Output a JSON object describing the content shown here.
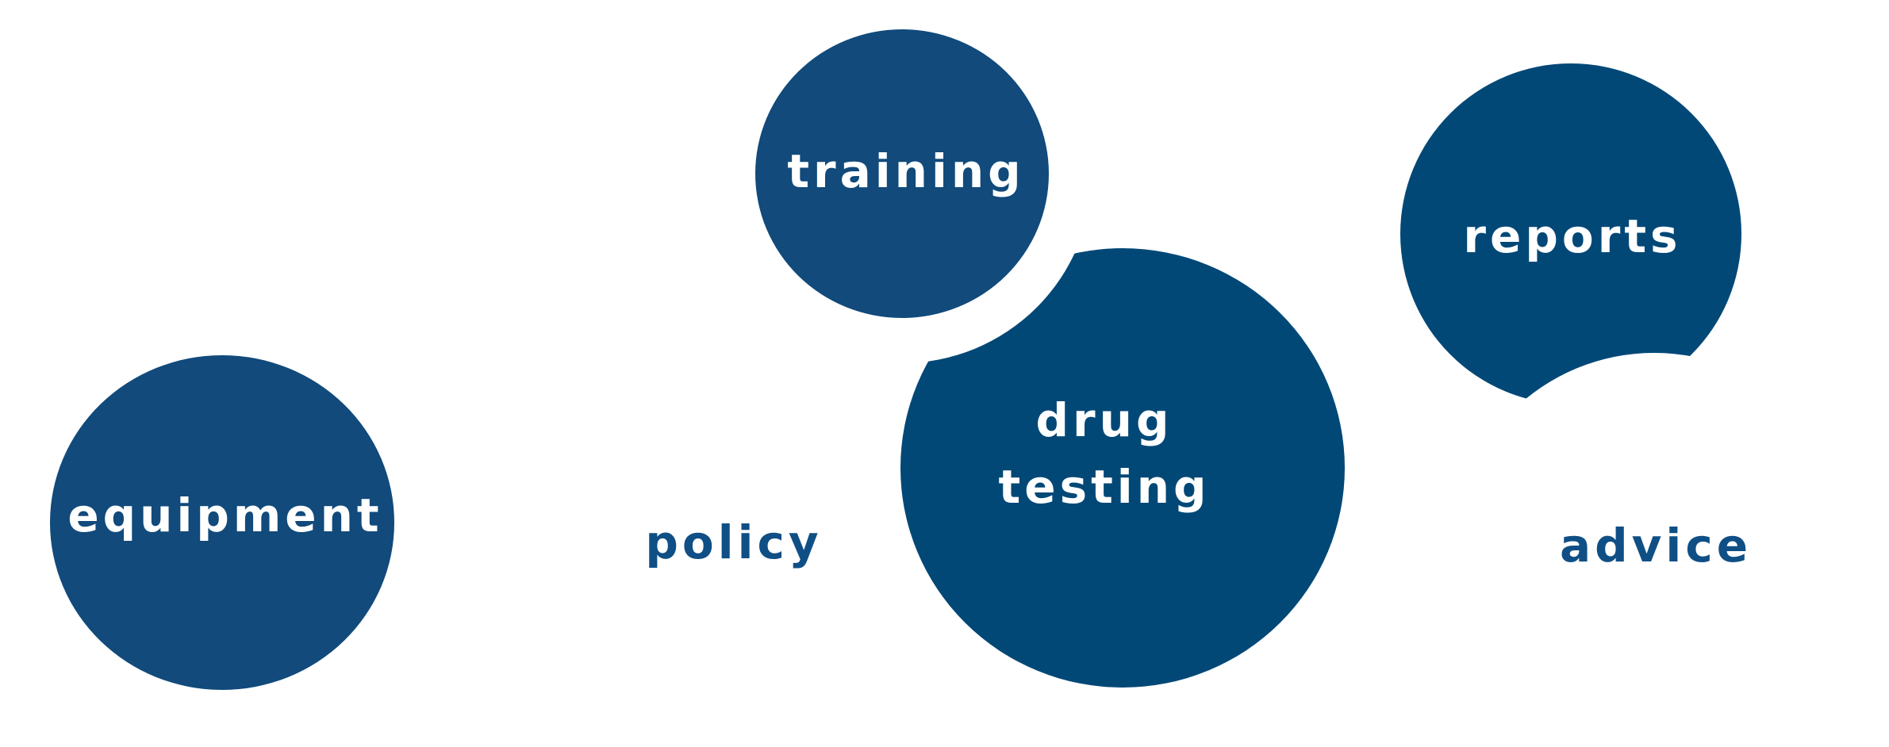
{
  "diagram": {
    "colors": {
      "background": "#ffffff",
      "bubble_dark": "#024877",
      "bubble_mid": "#114a7b",
      "label_on_bubble": "#ffffff",
      "label_plain": "#0f4f85"
    },
    "bubbles": [
      {
        "id": "equipment",
        "label": "equipment",
        "filled": true
      },
      {
        "id": "training",
        "label": "training",
        "filled": true
      },
      {
        "id": "drug-testing",
        "label_line1": "drug",
        "label_line2": "testing",
        "filled": true
      },
      {
        "id": "reports",
        "label": "reports",
        "filled": true
      }
    ],
    "plain_labels": [
      {
        "id": "policy",
        "label": "policy"
      },
      {
        "id": "advice",
        "label": "advice"
      }
    ]
  }
}
